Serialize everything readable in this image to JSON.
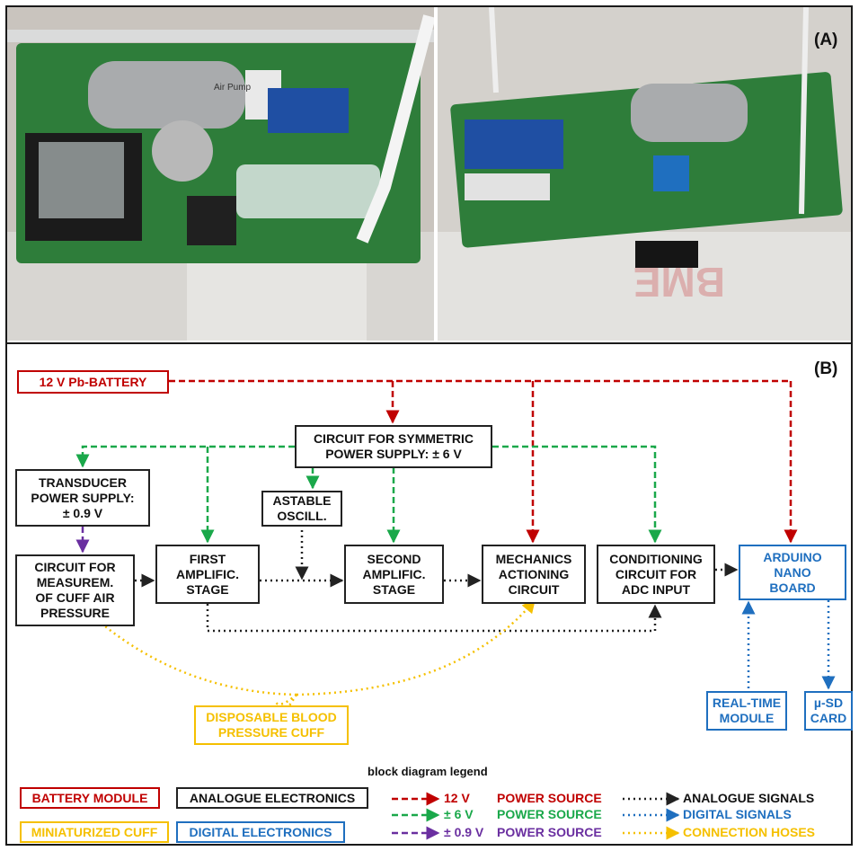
{
  "panels": {
    "a_label": "(A)",
    "b_label": "(B)"
  },
  "colors": {
    "battery_red": "#c00000",
    "analogue_black": "#222222",
    "digital_blue": "#1f6fbf",
    "cuff_yellow": "#f5c000",
    "supply_green": "#1aa84a",
    "supply_purple": "#6a2fa0"
  },
  "photos": {
    "left_chip_label": "Air Pump",
    "right_board_text": "BME"
  },
  "blocks": {
    "battery": "12 V Pb-BATTERY",
    "symmetric_supply": "CIRCUIT FOR SYMMETRIC\nPOWER SUPPLY: ± 6 V",
    "transducer_supply": "TRANSDUCER\nPOWER SUPPLY:\n± 0.9 V",
    "astable": "ASTABLE\nOSCILL.",
    "measurement": "CIRCUIT FOR\nMEASUREM.\nOF CUFF AIR\nPRESSURE",
    "first_amp": "FIRST\nAMPLIFIC.\nSTAGE",
    "second_amp": "SECOND\nAMPLIFIC.\nSTAGE",
    "mechanics": "MECHANICS\nACTIONING\nCIRCUIT",
    "conditioning": "CONDITIONING\nCIRCUIT FOR\nADC INPUT",
    "arduino": "ARDUINO\nNANO\nBOARD",
    "rtc": "REAL-TIME\nMODULE",
    "sd": "µ-SD\nCARD",
    "cuff": "DISPOSABLE BLOOD\nPRESSURE CUFF"
  },
  "legend": {
    "title": "block diagram legend",
    "battery_module": "BATTERY MODULE",
    "analogue_electronics": "ANALOGUE ELECTRONICS",
    "miniaturized_cuff": "MINIATURIZED CUFF",
    "digital_electronics": "DIGITAL ELECTRONICS",
    "v12": "12 V",
    "v6": "± 6 V",
    "v09": "± 0.9 V",
    "power_source": "POWER SOURCE",
    "analogue_signals": "ANALOGUE SIGNALS",
    "digital_signals": "DIGITAL SIGNALS",
    "connection_hoses": "CONNECTION HOSES"
  }
}
